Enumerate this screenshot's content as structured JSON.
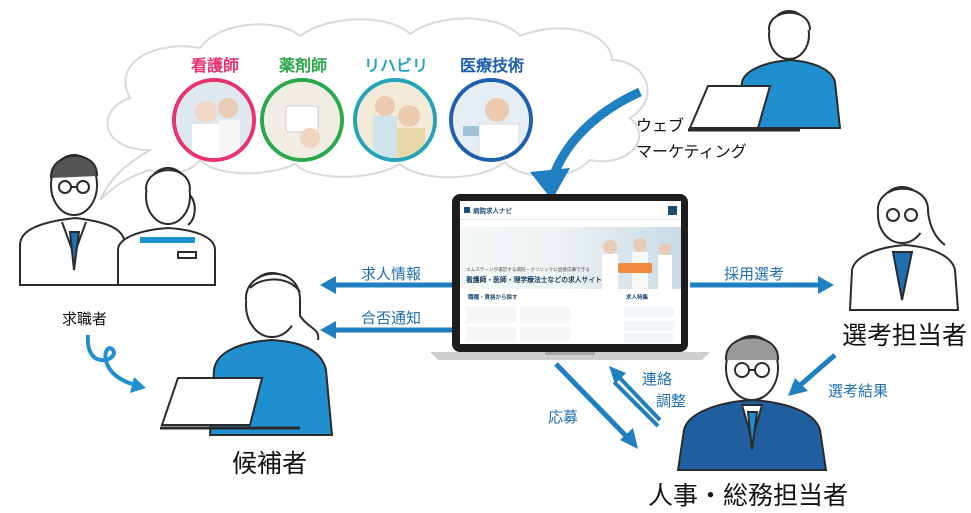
{
  "jobs": {
    "nurse": "看護師",
    "pharmacist": "薬剤師",
    "rehab": "リハビリ",
    "medtech": "医療技術"
  },
  "colors": {
    "nurse": "#e8336f",
    "pharmacist": "#2aa84a",
    "rehab": "#24a4b8",
    "medtech": "#1f5fb0",
    "arrow": "#1f7fc0",
    "accent_blue": "#1f8fcf",
    "label_blue": "#1f6fb0"
  },
  "flows": {
    "web_marketing_1": "ウェブ",
    "web_marketing_2": "マーケティング",
    "job_info": "求人情報",
    "result_notice": "合否通知",
    "selection": "採用選考",
    "apply": "応募",
    "contact_1": "連絡",
    "contact_2": "調整",
    "selection_result": "選考結果"
  },
  "actors": {
    "job_seekers": "求職者",
    "candidate": "候補者",
    "selector": "選考担当者",
    "hr": "人事・総務担当者"
  },
  "screen": {
    "logo": "病院求人ナビ",
    "lead": "エムステージが運営する病院・クリニックに直接応募できる",
    "headline": "看護師・医師・理学療法士などの求人サイト",
    "search_label": "職種・資格から探す",
    "news_label": "求人特集"
  }
}
